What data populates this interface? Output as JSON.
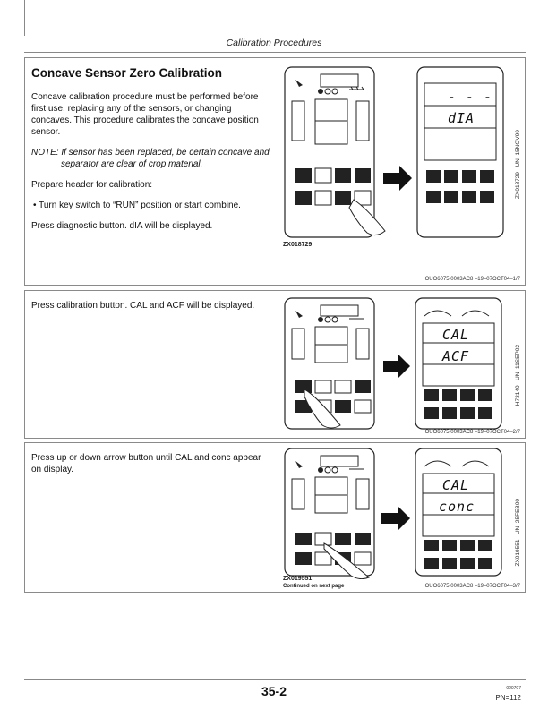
{
  "header": {
    "section": "Calibration Procedures"
  },
  "panel1": {
    "title": "Concave Sensor Zero Calibration",
    "para1": "Concave calibration procedure must be performed before first use, replacing any of the sensors, or changing concaves. This procedure calibrates the concave position sensor.",
    "note": "NOTE: If sensor has been replaced, be certain concave and separator are clear of crop material.",
    "para2": "Prepare header for calibration:",
    "bullet": "Turn key switch to “RUN” position or start combine.",
    "para3": "Press diagnostic button. dIA will be displayed.",
    "figure_id": "ZX018729",
    "rotated_label": "ZX018729 –UN–15NOV99",
    "display_lines": [
      "- - -",
      "dIA"
    ],
    "ref": "OUO6075,0003AC8 –19–07OCT04–1/7"
  },
  "panel2": {
    "text": "Press calibration button. CAL and ACF will be displayed.",
    "rotated_label": "H73140 –UN–11SEP02",
    "display_lines": [
      "CAL",
      "ACF"
    ],
    "ref": "OUO6075,0003AC8 –19–07OCT04–2/7"
  },
  "panel3": {
    "text": "Press up or down arrow button until CAL and conc appear on display.",
    "figure_id": "ZX019551",
    "rotated_label": "ZX019551 –UN–25FEB00",
    "display_lines": [
      "CAL",
      "conc"
    ],
    "continued": "Continued on next page",
    "ref": "OUO6075,0003AC8 –19–07OCT04–3/7"
  },
  "footer": {
    "page_number": "35-2",
    "date": "020707",
    "pn": "PN=112"
  }
}
